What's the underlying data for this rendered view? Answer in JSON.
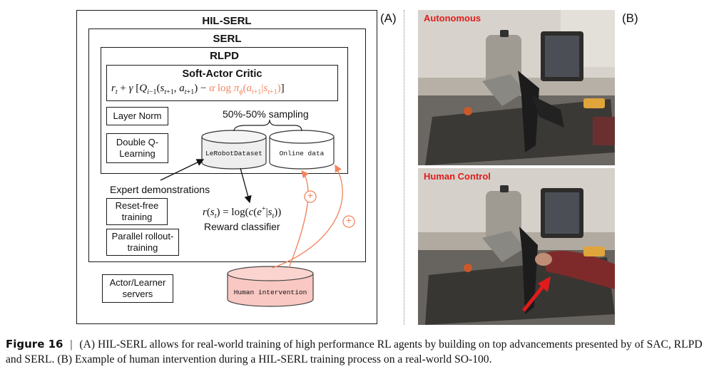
{
  "diagram": {
    "outer_title": "HIL-SERL",
    "serl_title": "SERL",
    "rlpd_title": "RLPD",
    "sac_title": "Soft-Actor Critic",
    "sac_eq_black": "r",
    "sac_eq_highlight": "α log π",
    "layer_norm": "Layer Norm",
    "double_q": "Double Q-\nLearning",
    "sampling": "50%-50% sampling",
    "dataset_left": "LeRobotDataset",
    "dataset_right": "Online data",
    "expert": "Expert demonstrations",
    "reset_free": "Reset-free\ntraining",
    "parallel": "Parallel rollout-\ntraining",
    "reward_eq": "r(s_t) = log(c(e⁺|s_t))",
    "reward_label": "Reward classifier",
    "actor_learner": "Actor/Learner\nservers",
    "human_intervention": "Human intervention",
    "plus_symbol": "+",
    "panel_a": "(A)",
    "panel_b": "(B)"
  },
  "photos": {
    "top_label": "Autonomous",
    "bottom_label": "Human Control"
  },
  "caption": {
    "fig_label": "Figure 16",
    "separator": "|",
    "text": "(A) HIL-SERL allows for real-world training of high performance RL agents by building on top advancements presented by of SAC, RLPD and SERL. (B) Example of human intervention during a HIL-SERL training process on a real-world SO-100."
  },
  "colors": {
    "accent_orange": "#f2845c",
    "pink_fill": "#f9c8c3",
    "label_red": "#e11b1b"
  }
}
